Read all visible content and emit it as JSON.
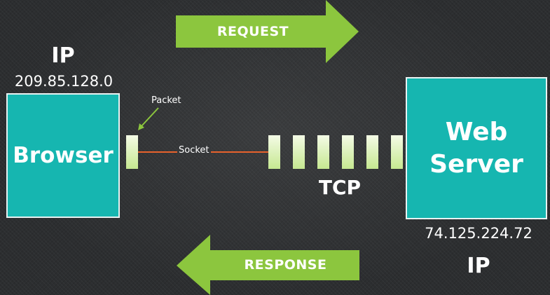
{
  "request_arrow": {
    "label": "REQUEST"
  },
  "response_arrow": {
    "label": "RESPONSE"
  },
  "browser": {
    "ip_title": "IP",
    "ip_address": "209.85.128.0",
    "label": "Browser"
  },
  "server": {
    "ip_title": "IP",
    "ip_address": "74.125.224.72",
    "label_line1": "Web",
    "label_line2": "Server"
  },
  "connection": {
    "packet_label": "Packet",
    "socket_label": "Socket",
    "protocol_label": "TCP"
  },
  "colors": {
    "arrow_green": "#8cc63e",
    "box_teal": "#16b6b0",
    "socket_line": "#e8622c",
    "packet_light": "#e6f5cf"
  }
}
